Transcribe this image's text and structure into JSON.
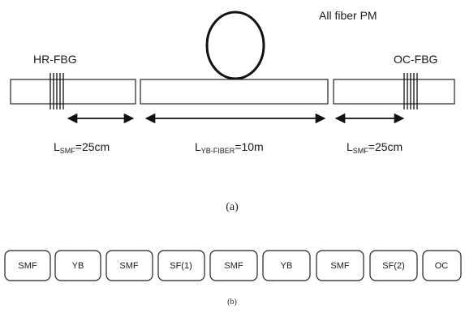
{
  "panel_a": {
    "title": "All fiber PM",
    "hr_fbg_label": "HR-FBG",
    "oc_fbg_label": "OC-FBG",
    "lengths": [
      {
        "prefix": "L",
        "sub": "SMF",
        "value": "=25cm"
      },
      {
        "prefix": "L",
        "sub": "YB-FIBER",
        "value": "=10m"
      },
      {
        "prefix": "L",
        "sub": "SMF",
        "value": "=25cm"
      }
    ],
    "caption": "(a)"
  },
  "panel_b": {
    "segments": [
      "SMF",
      "YB",
      "SMF",
      "SF(1)",
      "SMF",
      "YB",
      "SMF",
      "SF(2)",
      "OC"
    ],
    "caption": "(b)"
  }
}
